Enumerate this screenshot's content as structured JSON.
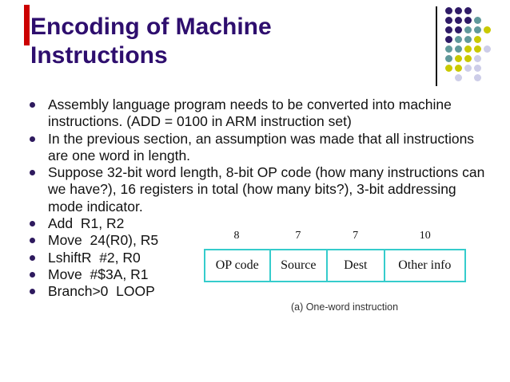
{
  "title": {
    "line1": "Encoding of Machine",
    "line2": "Instructions"
  },
  "bullets": [
    "Assembly language program needs to be converted into machine instructions. (ADD = 0100 in ARM instruction set)",
    "In the previous section, an assumption was made that all instructions are one word in length.",
    "Suppose 32-bit word length, 8-bit OP code (how many instructions can we have?), 16 registers in total (how many bits?), 3-bit addressing mode indicator.",
    "Add  R1, R2",
    "Move  24(R0), R5",
    "LshiftR  #2, R0",
    "Move  #$3A, R1",
    "Branch>0  LOOP"
  ],
  "diagram": {
    "fields": [
      {
        "bits": "8",
        "label": "OP code"
      },
      {
        "bits": "7",
        "label": "Source"
      },
      {
        "bits": "7",
        "label": "Dest"
      },
      {
        "bits": "10",
        "label": "Other info"
      }
    ],
    "caption": "(a) One-word instruction",
    "border_color": "#35CCCC"
  },
  "decoration": {
    "accent_bar_color": "#CC0000",
    "divider_line_color": "#141414",
    "dot_colors": {
      "P": "#2E1A66",
      "T": "#60999B",
      "Y": "#C9C900",
      "L": "#CDCDE8"
    },
    "dot_grid": [
      "PPP..",
      "PPPT.",
      "PPTTY",
      "PTTY.",
      "TTYYL",
      "TYYL.",
      "YYLL.",
      ".L.L."
    ]
  },
  "colors": {
    "title": "#2E0E6E",
    "text": "#111111",
    "bullet": "#2E1A5E"
  }
}
